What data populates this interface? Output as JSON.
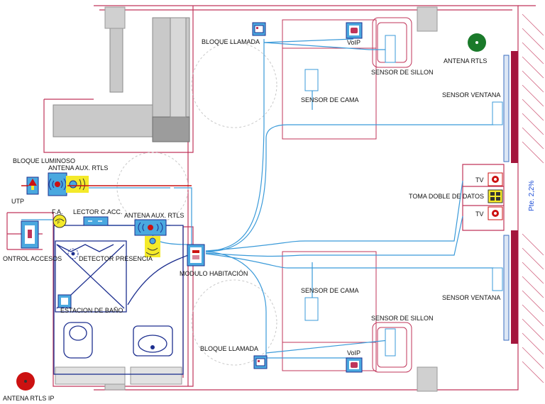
{
  "labels": {
    "bloque_llamada_top": "BLOQUE LLAMADA",
    "voip_top": "VoIP",
    "sensor_sillon_top": "SENSOR DE SILLON",
    "antena_rtls": "ANTENA RTLS",
    "sensor_cama_top": "SENSOR DE CAMA",
    "sensor_ventana_top": "SENSOR VENTANA",
    "bloque_luminoso": "BLOQUE LUMINOSO",
    "antena_aux_rtls_1": "ANTENA AUX. RTLS",
    "tv_top": "TV",
    "toma_doble_datos": "TOMA DOBLE DE DATOS",
    "tv_bottom": "TV",
    "utp": "UTP",
    "fa": "F.A.",
    "lector_acc": "LECTOR C.ACC.",
    "antena_aux_rtls_2": "ANTENA AUX. RTLS",
    "control_accesos": "ONTROL ACCESOS",
    "detector_presencia": "DETECTOR PRESENCIA",
    "modulo_habitacion": "MODULO HABITACIÓN",
    "sensor_cama_bottom": "SENSOR DE CAMA",
    "sensor_ventana_bottom": "SENSOR VENTANA",
    "estacion_bano": "ESTACION DE BAÑO",
    "sensor_sillon_bottom": "SENSOR DE SILLON",
    "bloque_llamada_bottom": "BLOQUE LLAMADA",
    "voip_bottom": "VoIP",
    "antena_rtls_ip": "ANTENA RTLS IP",
    "pendiente": "Pte. 2,2%"
  },
  "colors": {
    "wall": "#c0355a",
    "wire": "#3a9ad9",
    "device_blue": "#4aa8df",
    "bathroom": "#1d2f8f",
    "antenna_green": "#1a7a2a",
    "antenna_red": "#cc1111",
    "alert_yellow": "#f4ea2a",
    "window_red": "#a4153c"
  }
}
